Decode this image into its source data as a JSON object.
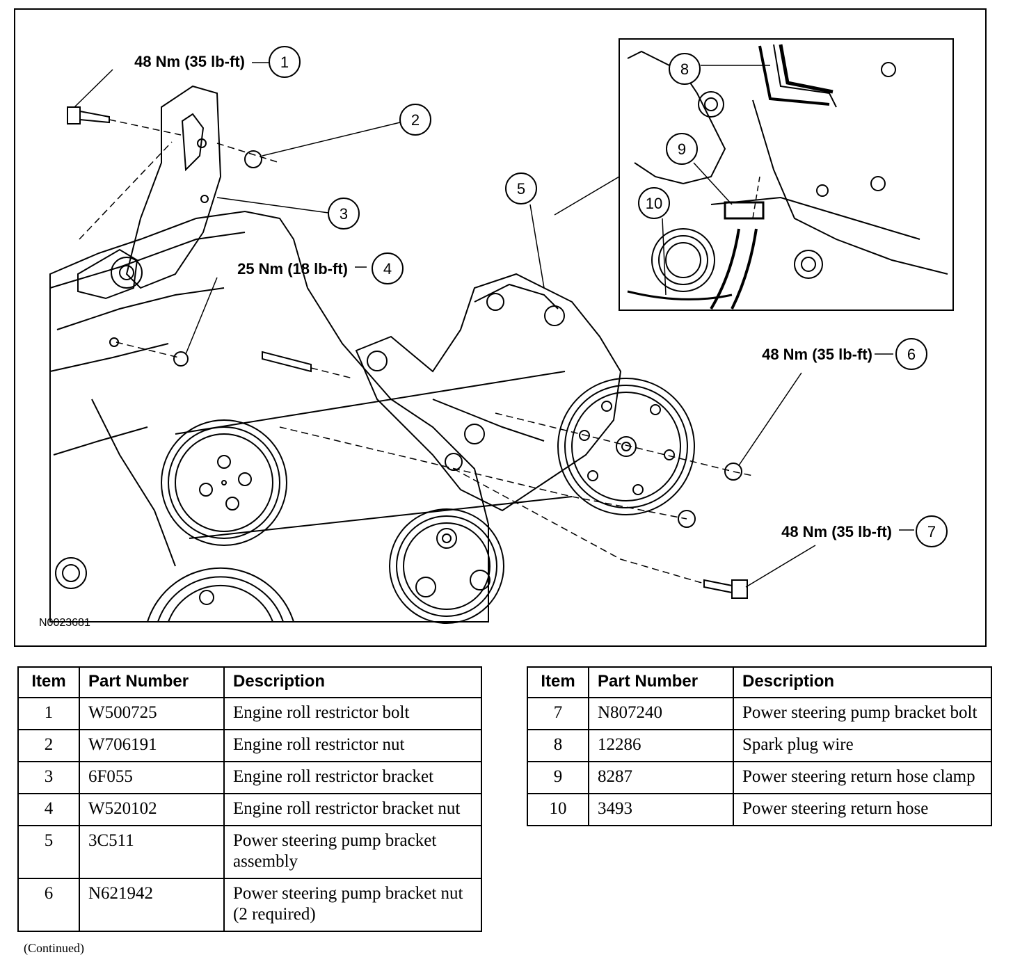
{
  "figure": {
    "id": "N0023681",
    "callouts": [
      {
        "num": "1",
        "torque": "48 Nm (35 lb-ft)"
      },
      {
        "num": "2",
        "torque": ""
      },
      {
        "num": "3",
        "torque": ""
      },
      {
        "num": "4",
        "torque": "25 Nm (18 lb-ft)"
      },
      {
        "num": "5",
        "torque": ""
      },
      {
        "num": "6",
        "torque": "48 Nm (35 lb-ft)"
      },
      {
        "num": "7",
        "torque": "48 Nm (35 lb-ft)"
      },
      {
        "num": "8",
        "torque": ""
      },
      {
        "num": "9",
        "torque": ""
      },
      {
        "num": "10",
        "torque": ""
      }
    ]
  },
  "table": {
    "headers": {
      "item": "Item",
      "part_number": "Part Number",
      "description": "Description"
    },
    "left_rows": [
      {
        "item": "1",
        "part_number": "W500725",
        "description": "Engine roll restrictor bolt"
      },
      {
        "item": "2",
        "part_number": "W706191",
        "description": "Engine roll restrictor nut"
      },
      {
        "item": "3",
        "part_number": "6F055",
        "description": "Engine roll restrictor bracket"
      },
      {
        "item": "4",
        "part_number": "W520102",
        "description": "Engine roll restrictor bracket nut"
      },
      {
        "item": "5",
        "part_number": "3C511",
        "description": "Power steering pump bracket assembly"
      },
      {
        "item": "6",
        "part_number": "N621942",
        "description": "Power steering pump bracket nut (2 required)"
      }
    ],
    "right_rows": [
      {
        "item": "7",
        "part_number": "N807240",
        "description": "Power steering pump bracket bolt"
      },
      {
        "item": "8",
        "part_number": "12286",
        "description": "Spark plug wire"
      },
      {
        "item": "9",
        "part_number": "8287",
        "description": "Power steering return hose clamp"
      },
      {
        "item": "10",
        "part_number": "3493",
        "description": "Power steering return hose"
      }
    ]
  },
  "footer": {
    "continued": "(Continued)"
  }
}
